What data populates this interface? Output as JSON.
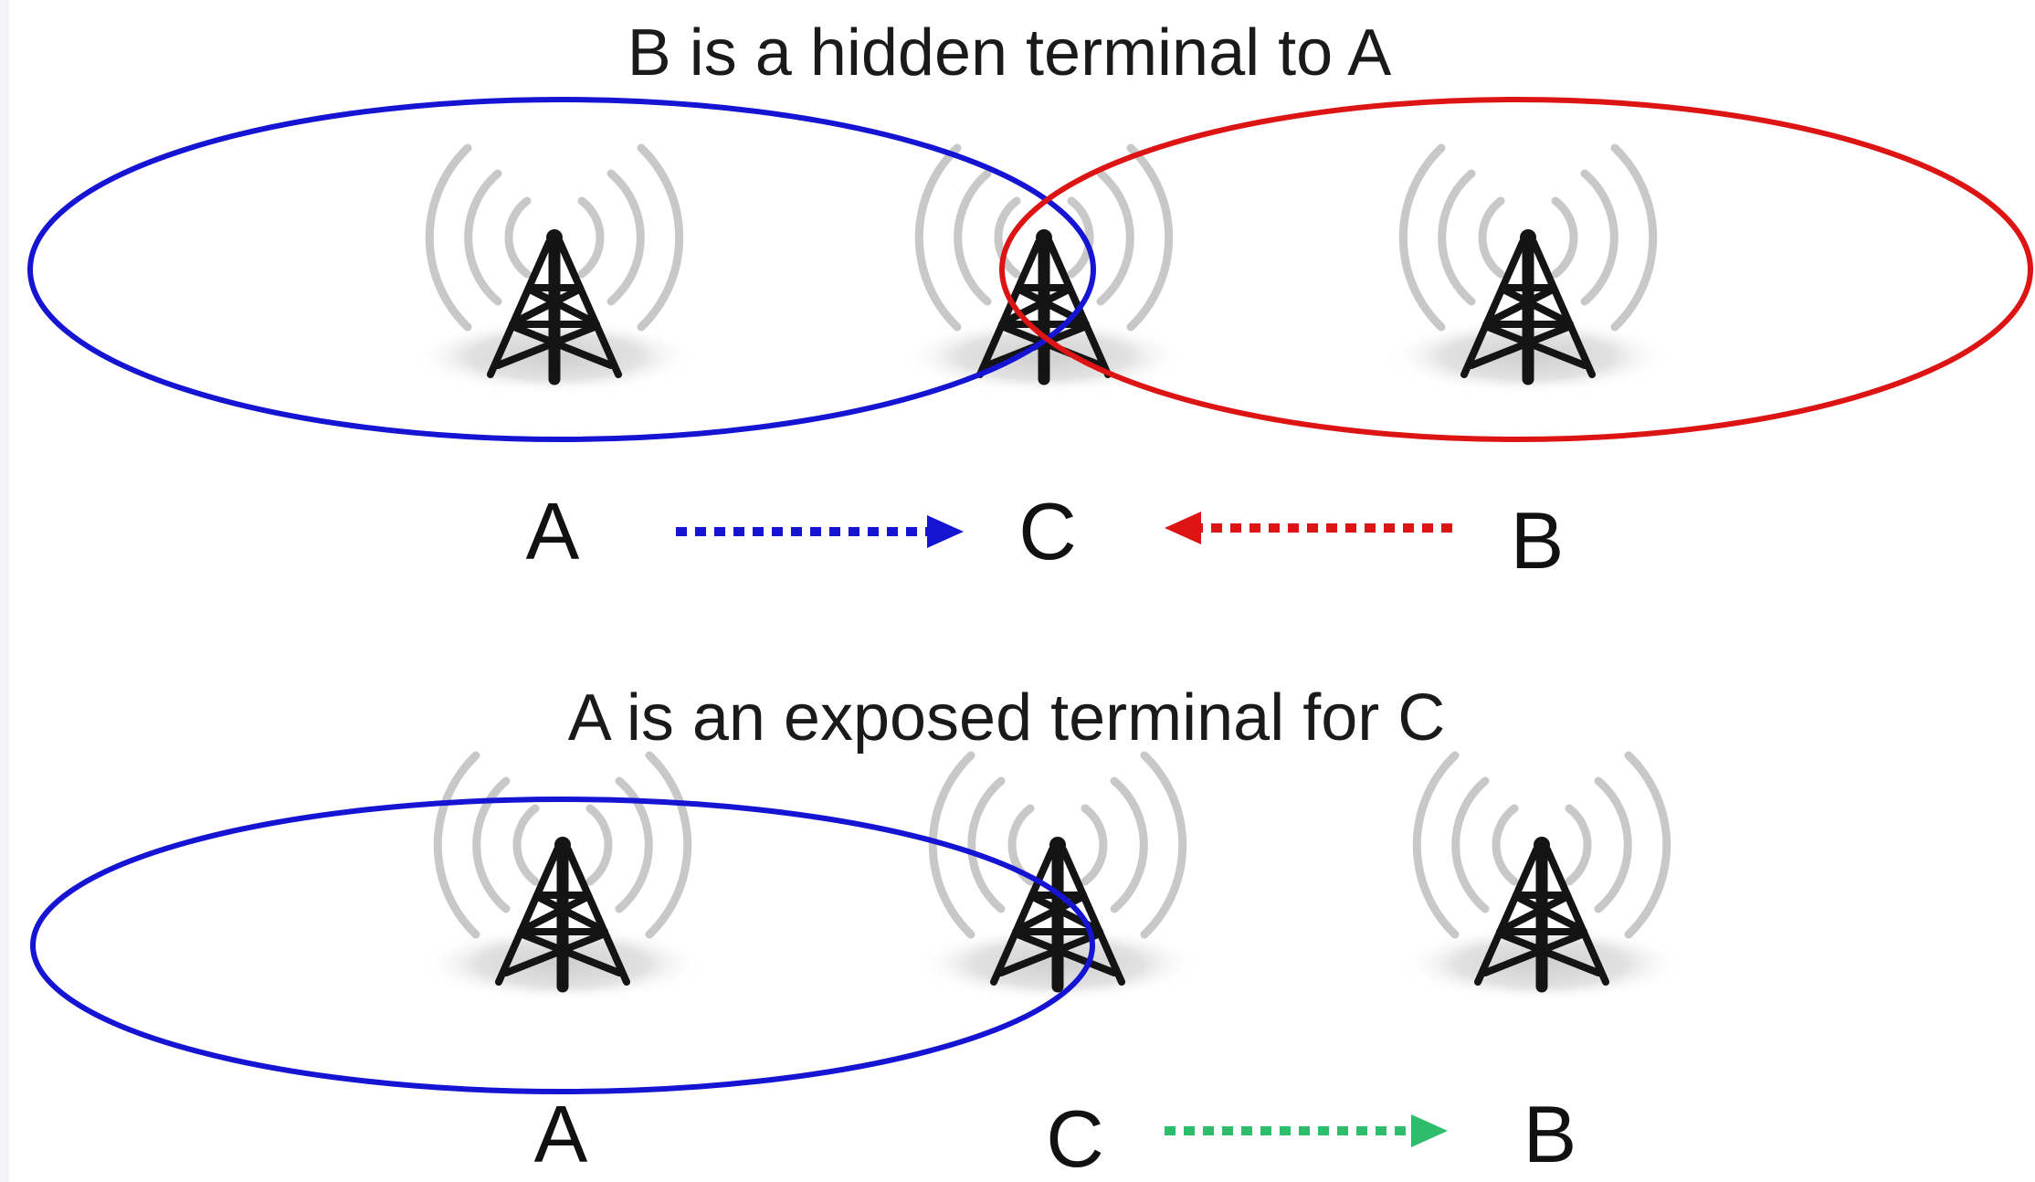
{
  "scenes": [
    {
      "title": "B is a hidden terminal to A",
      "labels": {
        "a": "A",
        "c": "C",
        "b": "B"
      }
    },
    {
      "title": "A is an exposed terminal for C",
      "labels": {
        "a": "A",
        "c": "C",
        "b": "B"
      }
    }
  ],
  "colors": {
    "range_a": "#1414d2",
    "range_b": "#dd1414",
    "arrow_exposed": "#2ebd6b",
    "tower": "#141414",
    "waves": "#c8c8c8"
  },
  "icons": {
    "node": "radio-tower-icon"
  }
}
